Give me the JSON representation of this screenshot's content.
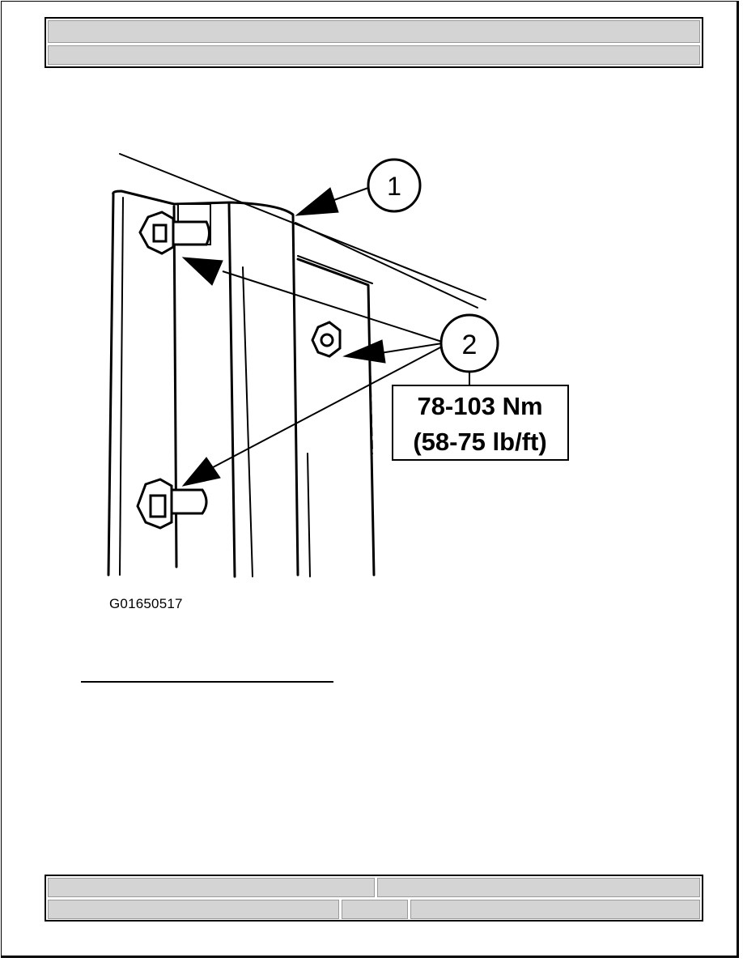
{
  "header": {
    "title": "",
    "subtitle": ""
  },
  "figure": {
    "callouts": [
      "1",
      "2"
    ],
    "torque_line1": "78-103 Nm",
    "torque_line2": "(58-75 lb/ft)",
    "caption": "G01650517"
  },
  "footer": {
    "left_top": "",
    "right_top": "",
    "left_bottom": "",
    "middle_bottom": "",
    "right_bottom": ""
  }
}
